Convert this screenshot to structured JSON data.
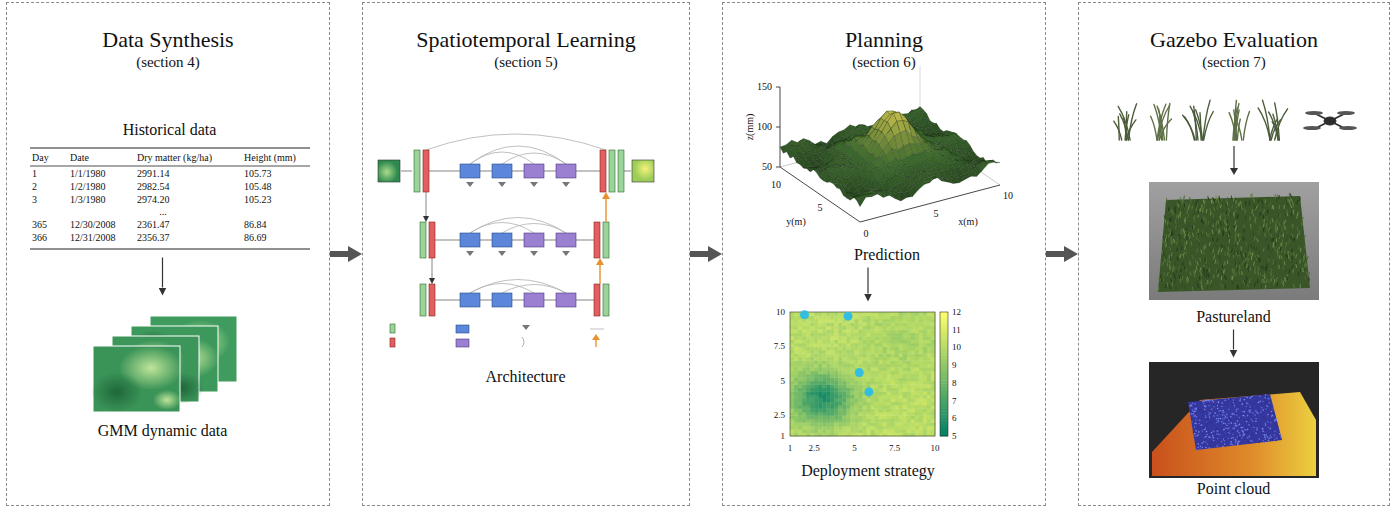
{
  "diagram": {
    "nodes": [
      {
        "text": [
          "Data Synthesis",
          "(section 4)"
        ]
      },
      {
        "text": [
          "Historical data"
        ],
        "in": 0
      },
      {
        "text": [
          "GMM dynamic data"
        ],
        "in": 0
      },
      {
        "text": [
          "Spatiotemporal Learning",
          "(section 5)"
        ]
      },
      {
        "text": [
          "Architecture"
        ],
        "in": 3
      },
      {
        "text": [
          "Planning",
          "(section 6)"
        ]
      },
      {
        "text": [
          "Prediction"
        ],
        "in": 5
      },
      {
        "text": [
          "Deployment strategy"
        ],
        "in": 5
      },
      {
        "text": [
          "Gazebo Evaluation",
          "(section 7)"
        ]
      },
      {
        "text": [
          "Pastureland"
        ],
        "in": 8
      },
      {
        "text": [
          "Point cloud"
        ],
        "in": 8
      }
    ],
    "edges": [
      {
        "from": 0,
        "to": 3,
        "arrow": "to"
      },
      {
        "from": 3,
        "to": 5,
        "arrow": "to"
      },
      {
        "from": 5,
        "to": 8,
        "arrow": "to"
      },
      {
        "from": 1,
        "to": 2,
        "arrow": "to"
      },
      {
        "from": 6,
        "to": 7,
        "arrow": "to"
      },
      {
        "from": 9,
        "to": 10,
        "arrow": "to"
      }
    ],
    "labels": [
      "Day",
      "Date",
      "Dry matter (kg/ha)",
      "Height (mm)",
      "1",
      "1/1/1980",
      "2991.14",
      "105.73",
      "2",
      "1/2/1980",
      "2982.54",
      "105.48",
      "3",
      "1/3/1980",
      "2974.20",
      "105.23",
      "...",
      "365",
      "12/30/2008",
      "2361.47",
      "86.84",
      "366",
      "12/31/2008",
      "2356.37",
      "86.69",
      "z(mm)",
      "150",
      "100",
      "50",
      "y(m)",
      "5",
      "10",
      "x(m)",
      "0",
      "5",
      "10",
      "10",
      "7.5",
      "5",
      "2.5",
      "1",
      "1",
      "2.5",
      "5",
      "7.5",
      "10",
      "12",
      "11",
      "10",
      "9",
      "8",
      "7",
      "6",
      "5"
    ]
  }
}
